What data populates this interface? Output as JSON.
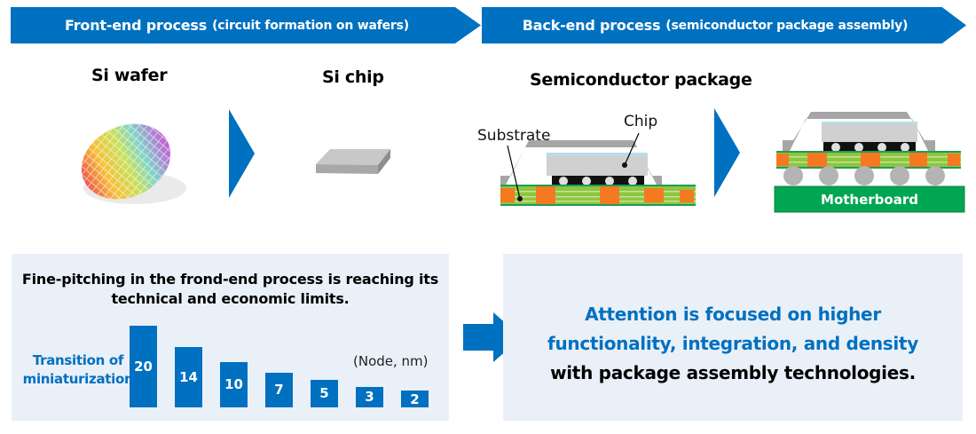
{
  "header": {
    "front_end": {
      "title": "Front-end process",
      "subtitle": "(circuit formation on wafers)"
    },
    "back_end": {
      "title": "Back-end process",
      "subtitle": "(semiconductor package assembly)"
    }
  },
  "stages": {
    "wafer": {
      "title": "Si wafer"
    },
    "chip": {
      "title": "Si chip"
    },
    "package": {
      "title": "Semiconductor package",
      "labels": {
        "substrate": "Substrate",
        "chip": "Chip"
      }
    },
    "mounted": {
      "motherboard_label": "Motherboard"
    }
  },
  "colors": {
    "brand_blue": "#0070c0",
    "panel_bg": "#eaf0f8",
    "substrate_green": "#8dc63f",
    "substrate_orange": "#f47920",
    "motherboard_green": "#00a651",
    "package_gray": "#a6a6a6"
  },
  "left_panel": {
    "heading_line1": "Fine-pitching in the frond-end process is reaching its",
    "heading_line2": "technical and economic limits.",
    "side_label_line1": "Transition of",
    "side_label_line2": "miniaturization",
    "unit_label": "(Node, nm)"
  },
  "right_panel": {
    "line1": "Attention is focused on higher",
    "line2": "functionality, integration, and density",
    "line3": "with package assembly technologies."
  },
  "chart_data": {
    "type": "bar",
    "title": "Transition of miniaturization",
    "xlabel": "",
    "ylabel": "(Node, nm)",
    "categories": [
      "20",
      "14",
      "10",
      "7",
      "5",
      "3",
      "2"
    ],
    "values": [
      20,
      14,
      10,
      7,
      5,
      3,
      2
    ],
    "ylim": [
      0,
      20
    ],
    "grid": false,
    "legend": "none"
  }
}
